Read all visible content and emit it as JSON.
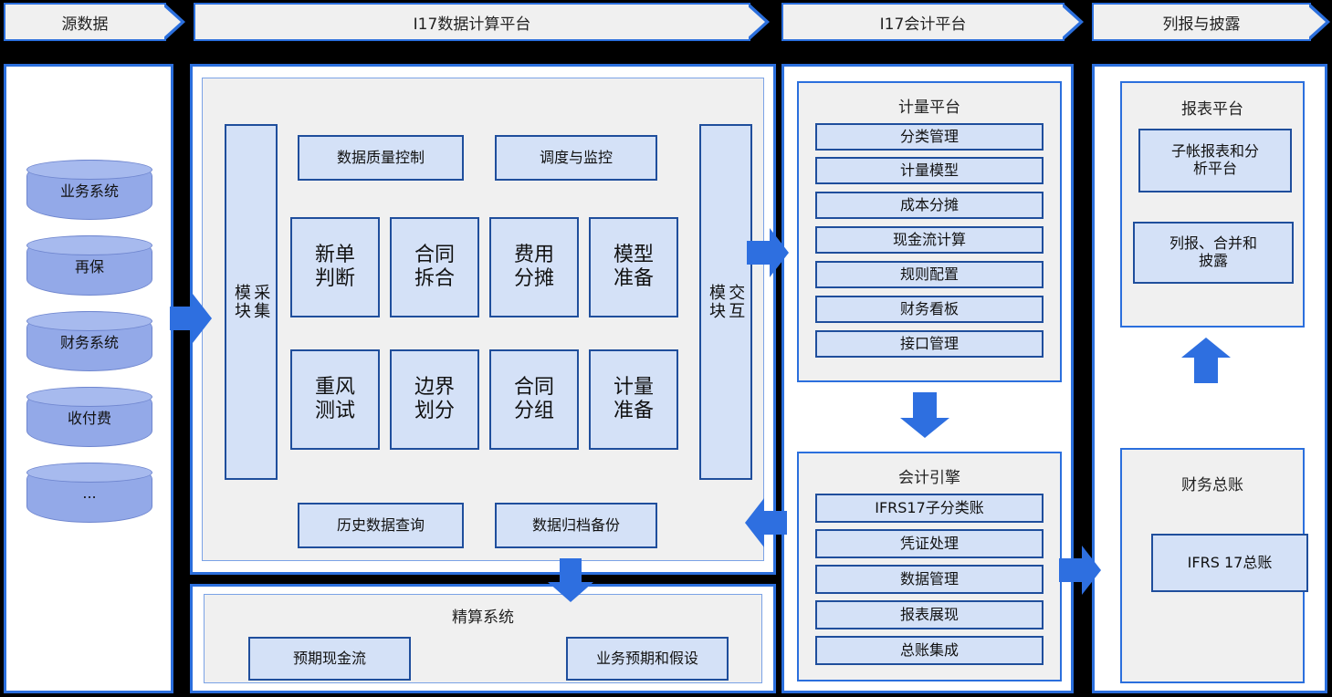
{
  "banners": [
    {
      "label": "源数据"
    },
    {
      "label": "I17数据计算平台"
    },
    {
      "label": "I17会计平台"
    },
    {
      "label": "列报与披露"
    }
  ],
  "source_systems": {
    "items": [
      {
        "label": "业务系统"
      },
      {
        "label": "再保"
      },
      {
        "label": "财务系统"
      },
      {
        "label": "收付费"
      },
      {
        "label": "..."
      }
    ]
  },
  "compute_platform": {
    "collect_module": "采集\n模块",
    "interact_module": "交互\n模块",
    "top_boxes": [
      {
        "label": "数据质量控制"
      },
      {
        "label": "调度与监控"
      }
    ],
    "grid_row1": [
      {
        "label": "新单\n判断"
      },
      {
        "label": "合同\n拆合"
      },
      {
        "label": "费用\n分摊"
      },
      {
        "label": "模型\n准备"
      }
    ],
    "grid_row2": [
      {
        "label": "重风\n测试"
      },
      {
        "label": "边界\n划分"
      },
      {
        "label": "合同\n分组"
      },
      {
        "label": "计量\n准备"
      }
    ],
    "bottom_boxes": [
      {
        "label": "历史数据查询"
      },
      {
        "label": "数据归档备份"
      }
    ]
  },
  "actuarial_system": {
    "title": "精算系统",
    "items": [
      {
        "label": "预期现金流"
      },
      {
        "label": "业务预期和假设"
      }
    ]
  },
  "measurement_platform": {
    "title": "计量平台",
    "items": [
      {
        "label": "分类管理"
      },
      {
        "label": "计量模型"
      },
      {
        "label": "成本分摊"
      },
      {
        "label": "现金流计算"
      },
      {
        "label": "规则配置"
      },
      {
        "label": "财务看板"
      },
      {
        "label": "接口管理"
      }
    ]
  },
  "accounting_engine": {
    "title": "会计引擎",
    "items": [
      {
        "label": "IFRS17子分类账"
      },
      {
        "label": "凭证处理"
      },
      {
        "label": "数据管理"
      },
      {
        "label": "报表展现"
      },
      {
        "label": "总账集成"
      }
    ]
  },
  "report_platform": {
    "title": "报表平台",
    "items": [
      {
        "label": "子帐报表和分\n析平台"
      },
      {
        "label": "列报、合并和\n披露"
      }
    ]
  },
  "general_ledger": {
    "title": "财务总账",
    "items": [
      {
        "label": "IFRS 17总账"
      }
    ]
  },
  "arrows": [
    {
      "name": "source-to-compute",
      "direction": "right"
    },
    {
      "name": "compute-to-measurement",
      "direction": "right"
    },
    {
      "name": "measurement-to-engine",
      "direction": "down"
    },
    {
      "name": "engine-to-compute",
      "direction": "left"
    },
    {
      "name": "compute-to-actuarial",
      "direction": "down"
    },
    {
      "name": "engine-to-ledger",
      "direction": "right"
    },
    {
      "name": "ledger-to-report",
      "direction": "up"
    }
  ],
  "colors": {
    "accent_blue": "#2b6fdd",
    "arrow_blue": "#2e6fe0",
    "box_fill": "#d4e1f7",
    "box_border": "#1f4e9c",
    "panel_fill": "#f0f0f0",
    "cylinder_fill": "#93a9e8"
  }
}
